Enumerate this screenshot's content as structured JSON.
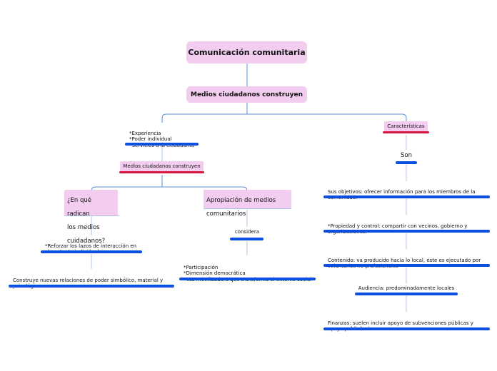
{
  "root": {
    "label": "Comunicación comunitaria"
  },
  "level1": {
    "label": "Medios ciudadanos construyen"
  },
  "left": {
    "bullets": "*Experiencia\n*Poder individual\n*Servicios a la ciudadanía",
    "sub": {
      "label": "Medios ciudadanos construyen"
    },
    "question": {
      "label": "¿En qué radican\nlos medios\ncuidadanos?"
    },
    "reforzar": {
      "label": "*Reforzar los lazos de interacción en\nel contexto individual"
    },
    "construye": {
      "label": "Construye nuevas relaciones de poder simbólico, material y\npsicológico"
    },
    "apropiacion": {
      "label": "Apropiación de medios\ncomunitarios"
    },
    "considera": {
      "label": "considera"
    },
    "participacion": {
      "label": "*Participación\n*Dimensión democrática\n*Voz movilizadora que transforma el entorno social"
    }
  },
  "right": {
    "caracteristicas": {
      "label": "Características"
    },
    "son": {
      "label": "Son"
    },
    "items": [
      "Sus objetivos: ofrecer información para los miembros de la\ncomunidad.",
      "*Propiedad y control: compartir con vecinos, gobierno y\norganizaciones.",
      "Contenido: va producido hacia lo local, este es ejecutado por\nvoluntarios no profesionales",
      "Audiencia: predominadamente locales",
      "Finanzas: suelen incluir apoyo de subvenciones públicas y\napoyo publicitarios"
    ]
  },
  "colors": {
    "node_fill": "#f2cdef",
    "underline_blue": "#0b4fe0",
    "underline_red": "#d5163e",
    "connector": "#5a8fd8"
  }
}
